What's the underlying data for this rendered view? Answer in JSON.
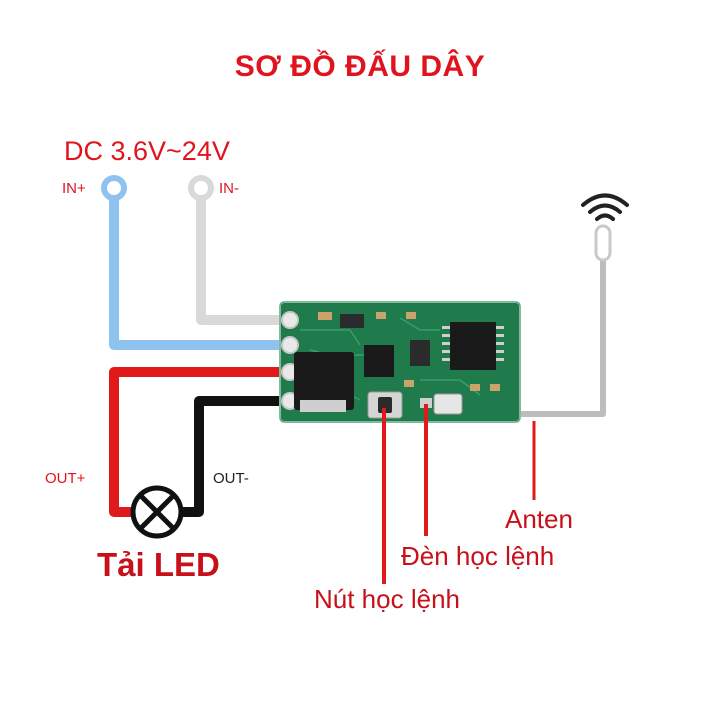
{
  "title": "SƠ ĐỒ ĐẤU DÂY",
  "power": {
    "label": "DC 3.6V~24V",
    "in_plus": "IN+",
    "in_minus": "IN-"
  },
  "outputs": {
    "out_plus": "OUT+",
    "out_minus": "OUT-",
    "load_label": "Tải LED"
  },
  "callouts": {
    "antenna": "Anten",
    "learn_led": "Đèn học lệnh",
    "learn_button": "Nút học lệnh"
  },
  "colors": {
    "title": "#e0141e",
    "wire_in_plus": "#8ec3f0",
    "wire_in_minus": "#d9d9d9",
    "wire_out_plus": "#e01a1a",
    "wire_out_minus": "#111111",
    "pcb": "#1f7a4c",
    "antenna_wire": "#bdbdbd",
    "callout_line": "#e01a1a"
  },
  "icons": [
    "wifi-signal-icon",
    "lamp-load-icon",
    "pcb-module-icon"
  ]
}
